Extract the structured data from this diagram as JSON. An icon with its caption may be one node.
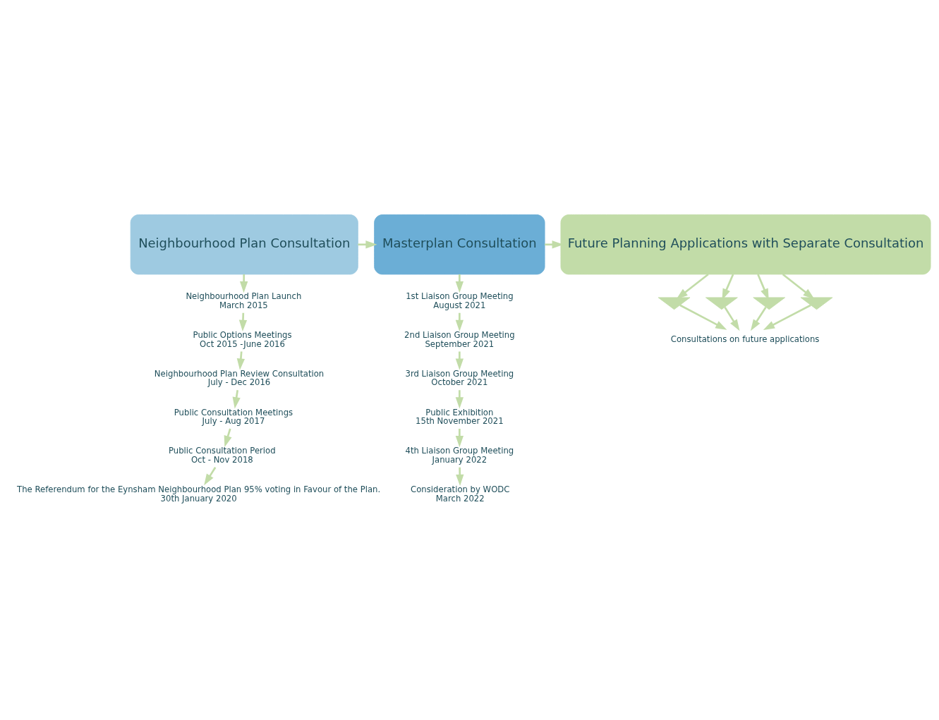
{
  "diagram": {
    "nodes": [
      {
        "text": [
          "Neighbourhood Plan Consultation"
        ]
      },
      {
        "text": [
          "Masterplan Consultation"
        ]
      },
      {
        "text": [
          "Future Planning Applications with Separate Consultation"
        ]
      },
      {
        "text": [
          "Neighbourhood Plan Launch",
          "March 2015"
        ]
      },
      {
        "text": [
          "Public Options Meetings",
          "Oct 2015 -June 2016"
        ]
      },
      {
        "text": [
          "Neighbourhood Plan Review Consultation",
          "July - Dec 2016"
        ]
      },
      {
        "text": [
          "Public Consultation Meetings",
          "July - Aug 2017"
        ]
      },
      {
        "text": [
          "Public Consultation Period",
          "Oct - Nov 2018"
        ]
      },
      {
        "text": [
          "The Referendum for the Eynsham Neighbourhood Plan 95% voting in Favour of the Plan.",
          "30th January 2020"
        ]
      },
      {
        "text": [
          "1st Liaison Group Meeting",
          "August 2021"
        ]
      },
      {
        "text": [
          "2nd Liaison Group Meeting",
          "September 2021"
        ]
      },
      {
        "text": [
          "3rd Liaison Group Meeting",
          "October 2021"
        ]
      },
      {
        "text": [
          "Public Exhibition",
          "15th November 2021"
        ]
      },
      {
        "text": [
          "4th Liaison Group Meeting",
          "January 2022"
        ]
      },
      {
        "text": [
          "Consideration by WODC",
          "March 2022"
        ]
      },
      {
        "text": [],
        "shape": "triangle"
      },
      {
        "text": [],
        "shape": "triangle"
      },
      {
        "text": [],
        "shape": "triangle"
      },
      {
        "text": [],
        "shape": "triangle"
      },
      {
        "text": [
          "Consultations on future applications"
        ]
      }
    ],
    "edges": [
      {
        "from": 0,
        "to": 1,
        "arrow": "to"
      },
      {
        "from": 1,
        "to": 2,
        "arrow": "to"
      },
      {
        "from": 0,
        "to": 3,
        "arrow": "to"
      },
      {
        "from": 3,
        "to": 4,
        "arrow": "to"
      },
      {
        "from": 4,
        "to": 5,
        "arrow": "to"
      },
      {
        "from": 5,
        "to": 6,
        "arrow": "to"
      },
      {
        "from": 6,
        "to": 7,
        "arrow": "to"
      },
      {
        "from": 7,
        "to": 8,
        "arrow": "to"
      },
      {
        "from": 1,
        "to": 9,
        "arrow": "to"
      },
      {
        "from": 9,
        "to": 10,
        "arrow": "to"
      },
      {
        "from": 10,
        "to": 11,
        "arrow": "to"
      },
      {
        "from": 11,
        "to": 12,
        "arrow": "to"
      },
      {
        "from": 12,
        "to": 13,
        "arrow": "to"
      },
      {
        "from": 13,
        "to": 14,
        "arrow": "to"
      },
      {
        "from": 2,
        "to": 15,
        "arrow": "to"
      },
      {
        "from": 2,
        "to": 16,
        "arrow": "to"
      },
      {
        "from": 2,
        "to": 17,
        "arrow": "to"
      },
      {
        "from": 2,
        "to": 18,
        "arrow": "to"
      },
      {
        "from": 15,
        "to": 19,
        "arrow": "to"
      },
      {
        "from": 16,
        "to": 19,
        "arrow": "to"
      },
      {
        "from": 17,
        "to": 19,
        "arrow": "to"
      },
      {
        "from": 18,
        "to": 19,
        "arrow": "to"
      }
    ]
  }
}
